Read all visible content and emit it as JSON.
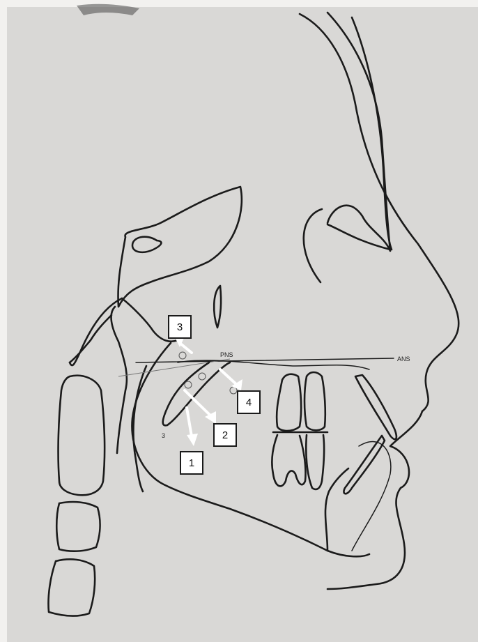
{
  "colors": {
    "paper": "#d9d8d6",
    "background": "#f2f1ef",
    "ink": "#1b1b1b",
    "arrow": "#ffffff"
  },
  "labels": {
    "one": "1",
    "two": "2",
    "three": "3",
    "four": "4"
  },
  "annotations": {
    "pns": "PNS",
    "ans": "ANS",
    "point_s": "3"
  }
}
